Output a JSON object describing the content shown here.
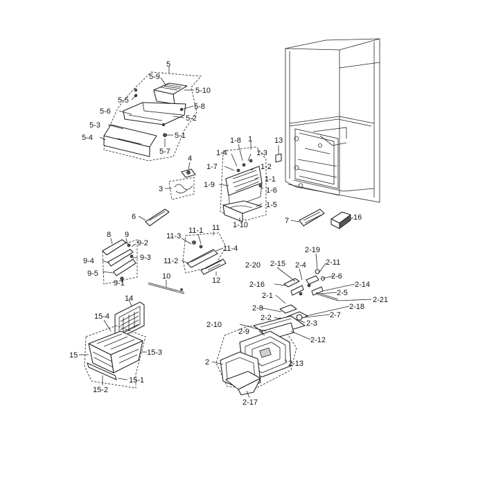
{
  "diagram": {
    "labels": {
      "l5": "5",
      "l5_9": "5-9",
      "l5_10": "5-10",
      "l5_5": "5-5",
      "l5_8": "5-8",
      "l5_6": "5-6",
      "l5_2": "5-2",
      "l5_3": "5-3",
      "l5_1": "5-1",
      "l5_4": "5-4",
      "l5_7": "5-7",
      "l4": "4",
      "l3": "3",
      "l1_8": "1-8",
      "l1": "1",
      "l1_4": "1-4",
      "l1_3": "1-3",
      "l1_7": "1-7",
      "l1_2": "1-2",
      "l1_1": "1-1",
      "l1_9": "1-9",
      "l1_6": "1-6",
      "l1_5": "1-5",
      "l1_10": "1-10",
      "l13": "13",
      "l16": "16",
      "l7": "7",
      "l6": "6",
      "l8": "8",
      "l9": "9",
      "l9_2": "9-2",
      "l9_4": "9-4",
      "l9_3": "9-3",
      "l9_5": "9-5",
      "l9_1": "9-1",
      "l11_3": "11-3",
      "l11_1": "11-1",
      "l11": "11",
      "l11_4": "11-4",
      "l11_2": "11-2",
      "l12": "12",
      "l10": "10",
      "l2_19": "2-19",
      "l2_20": "2-20",
      "l2_15": "2-15",
      "l2_4": "2-4",
      "l2_11": "2-11",
      "l2_6": "2-6",
      "l2_16": "2-16",
      "l2_14": "2-14",
      "l2_5": "2-5",
      "l2_1": "2-1",
      "l2_21": "2-21",
      "l2_8": "2-8",
      "l2_18": "2-18",
      "l2_7": "2-7",
      "l2_2": "2-2",
      "l2_10": "2-10",
      "l2_3": "2-3",
      "l2_9": "2-9",
      "l2_12": "2-12",
      "l2": "2",
      "l2_13": "2-13",
      "l2_17": "2-17",
      "l14": "14",
      "l15_4": "15-4",
      "l15": "15",
      "l15_3": "15-3",
      "l15_1": "15-1",
      "l15_2": "15-2"
    }
  }
}
